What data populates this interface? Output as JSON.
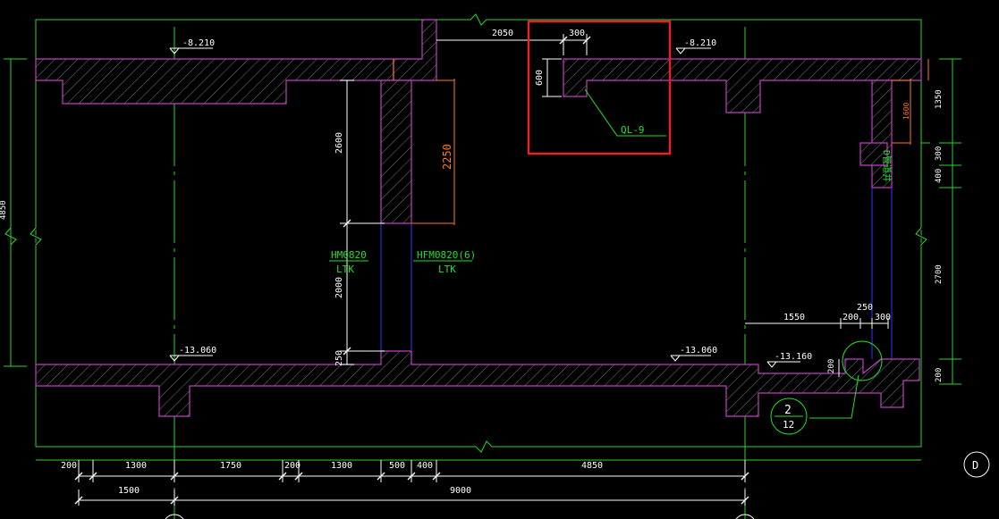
{
  "colors": {
    "background": "#000000",
    "wall": "#c040c0",
    "hatch": "#8a8a8a",
    "grid": "#2ad62a",
    "dim": "#ffffff",
    "label": "#22e02a",
    "accent": "#ff7a1a",
    "highlight": "#e5212a",
    "door": "#2a3cff"
  },
  "elevations": {
    "top_left": "-8.210",
    "top_right": "-8.210",
    "bottom_left": "-13.060",
    "bottom_mid": "-13.060",
    "bottom_right": "-13.160"
  },
  "doors": {
    "left_code": "HM0820",
    "left_sub": "LTK",
    "right_code": "HFM0820(6)",
    "right_sub": "LTK"
  },
  "beam": {
    "label": "QL-9",
    "dim_width": "300",
    "dim_height": "600",
    "top_span": "2050"
  },
  "wall_dims": {
    "upper_height": "2600",
    "lower_height": "2000",
    "base_height": "250",
    "orange_height": "2250"
  },
  "left_outer_dim": "4850",
  "right_dims": [
    "1350",
    "300",
    "400",
    "2700",
    "200"
  ],
  "right_small": {
    "vertical_1600": "1600",
    "vertical_200": "200",
    "h_1550": "1550",
    "h_200": "200",
    "h_250": "250",
    "h_300": "300"
  },
  "shaft_label": "D管道井",
  "detail": {
    "number": "2",
    "sheet": "12"
  },
  "bottom_row1": [
    "200",
    "1300",
    "1750",
    "200",
    "1300",
    "500",
    "400",
    "4850"
  ],
  "bottom_row2": [
    "1500",
    "9000"
  ],
  "axis_label": "D"
}
